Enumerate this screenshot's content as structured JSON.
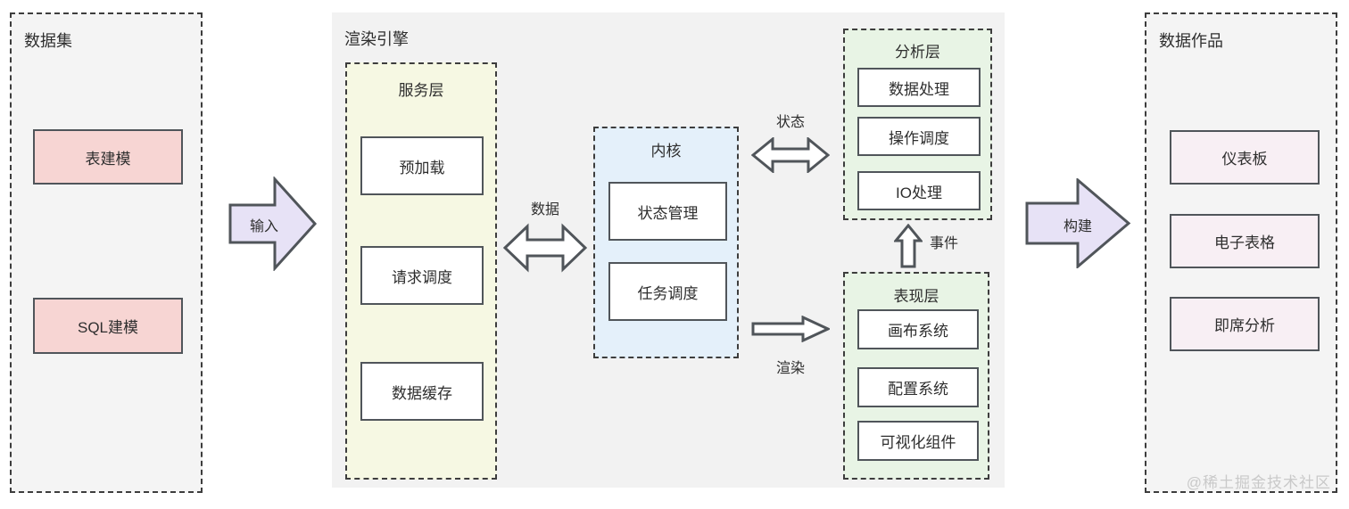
{
  "colors": {
    "canvas_bg": "#ffffff",
    "panel_bg": "#f4f4f4",
    "engine_bg": "#f2f2f2",
    "dash_border": "#3d3d3d",
    "solid_border": "#50555a",
    "pink_fill": "#f7d5d3",
    "lavender_fill": "#e7e2f6",
    "yellow_fill": "#f6f8e3",
    "blue_fill": "#e4f0fa",
    "green_fill": "#e8f4e5",
    "rose_fill": "#f8eff4",
    "node_fill": "#ffffff",
    "text": "#2e2e2e",
    "watermark": "#c9c9c9"
  },
  "dataset": {
    "title": "数据集",
    "items": [
      "表建模",
      "SQL建模"
    ]
  },
  "engine": {
    "title": "渲染引擎",
    "service_layer": {
      "title": "服务层",
      "items": [
        "预加载",
        "请求调度",
        "数据缓存"
      ]
    },
    "kernel": {
      "title": "内核",
      "items": [
        "状态管理",
        "任务调度"
      ]
    },
    "analysis_layer": {
      "title": "分析层",
      "items": [
        "数据处理",
        "操作调度",
        "IO处理"
      ]
    },
    "presentation_layer": {
      "title": "表现层",
      "items": [
        "画布系统",
        "配置系统",
        "可视化组件"
      ]
    }
  },
  "works": {
    "title": "数据作品",
    "items": [
      "仪表板",
      "电子表格",
      "即席分析"
    ]
  },
  "arrows": {
    "input": "输入",
    "data": "数据",
    "status": "状态",
    "event": "事件",
    "render": "渲染",
    "build": "构建"
  },
  "watermark": "@稀土掘金技术社区"
}
